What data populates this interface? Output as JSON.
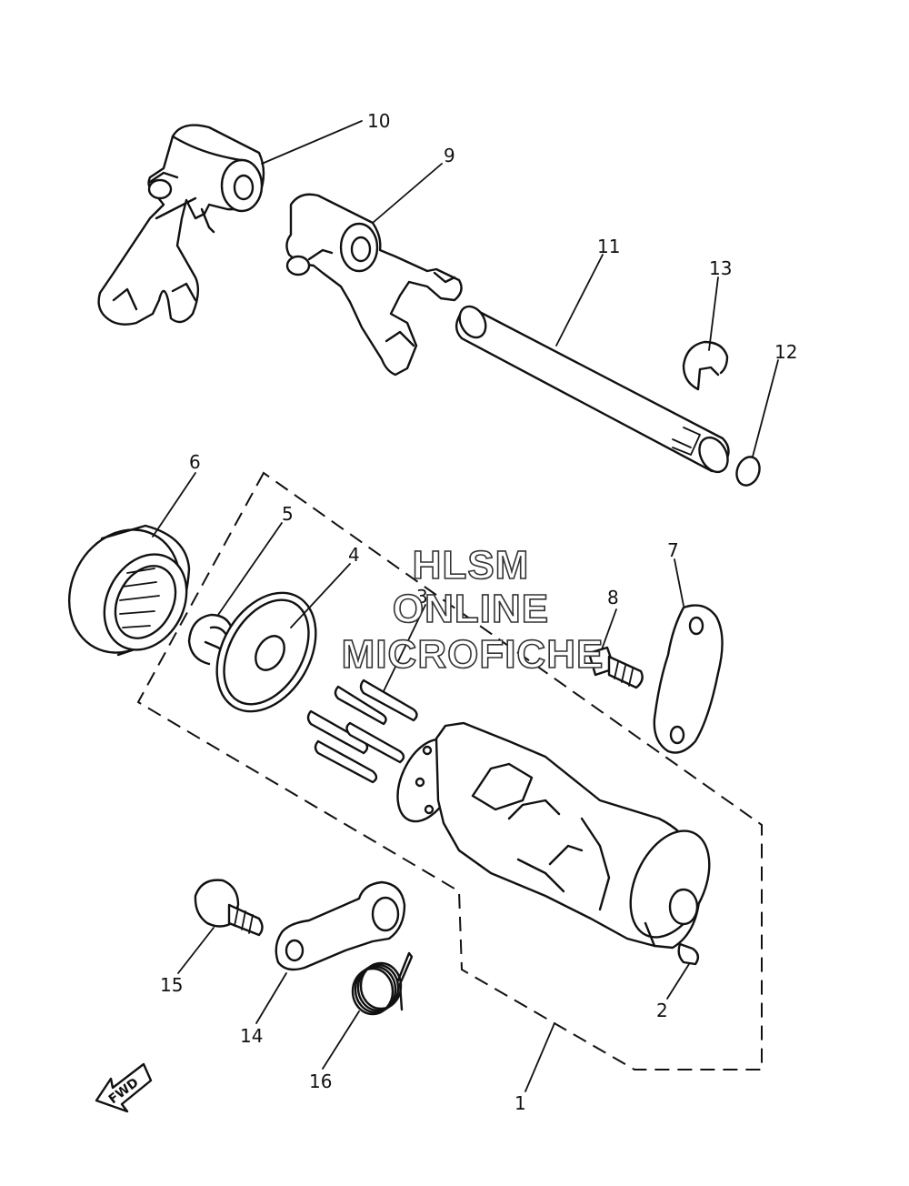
{
  "watermark": {
    "line1": "HLSM",
    "line2": "ONLINE",
    "line3": "MICROFICHE"
  },
  "direction_arrow": "FWD",
  "callouts": [
    {
      "id": "1",
      "label": "1"
    },
    {
      "id": "2",
      "label": "2"
    },
    {
      "id": "3",
      "label": "3"
    },
    {
      "id": "4",
      "label": "4"
    },
    {
      "id": "5",
      "label": "5"
    },
    {
      "id": "6",
      "label": "6"
    },
    {
      "id": "7",
      "label": "7"
    },
    {
      "id": "8",
      "label": "8"
    },
    {
      "id": "9",
      "label": "9"
    },
    {
      "id": "10",
      "label": "10"
    },
    {
      "id": "11",
      "label": "11"
    },
    {
      "id": "12",
      "label": "12"
    },
    {
      "id": "13",
      "label": "13"
    },
    {
      "id": "14",
      "label": "14"
    },
    {
      "id": "15",
      "label": "15"
    },
    {
      "id": "16",
      "label": "16"
    }
  ]
}
